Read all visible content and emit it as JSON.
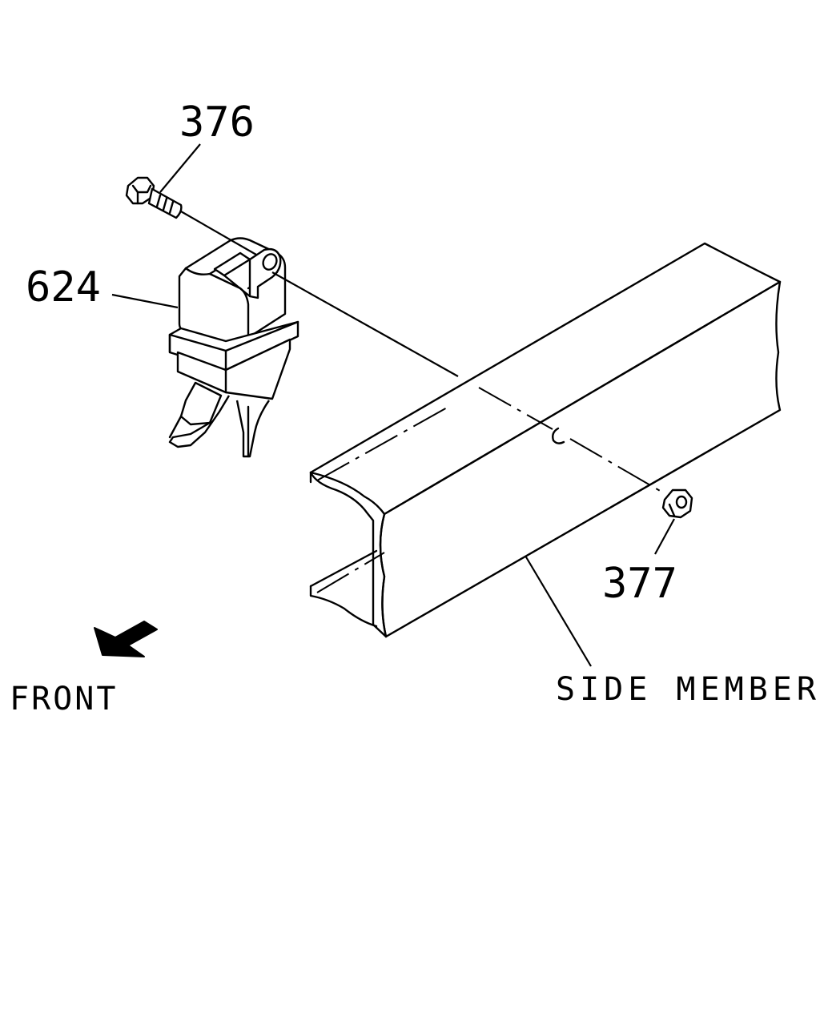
{
  "labels": {
    "bolt": "376",
    "relay": "624",
    "nut": "377",
    "side_member": "SIDE MEMBER",
    "front": "FRONT"
  },
  "colors": {
    "ink": "#000000",
    "paper": "#ffffff"
  },
  "icons": {
    "front_direction": "arrow-down-left-icon"
  }
}
